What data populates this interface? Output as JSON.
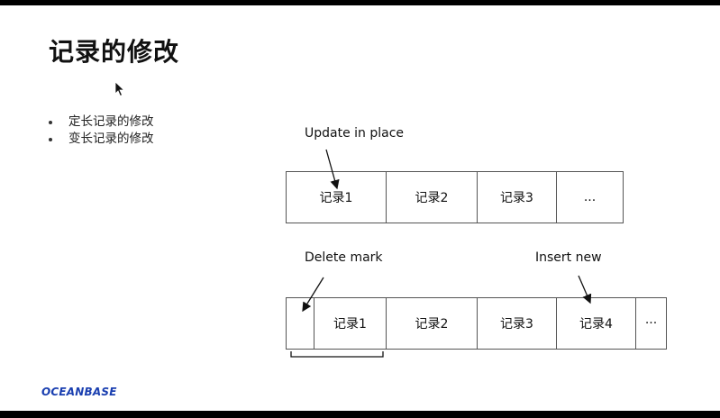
{
  "slide": {
    "title": "记录的修改",
    "bullets": [
      "定长记录的修改",
      "变长记录的修改"
    ]
  },
  "diagram_top": {
    "annotation": "Update in place",
    "cells": [
      "记录1",
      "记录2",
      "记录3",
      "..."
    ]
  },
  "diagram_bottom": {
    "annotation_left": "Delete mark",
    "annotation_right": "Insert new",
    "cells": [
      "",
      "记录1",
      "记录2",
      "记录3",
      "记录4",
      "···"
    ]
  },
  "logo": {
    "text": "OCEANBASE",
    "color": "#1a3fb0"
  },
  "icons": {
    "cursor": "mouse-pointer-icon"
  }
}
